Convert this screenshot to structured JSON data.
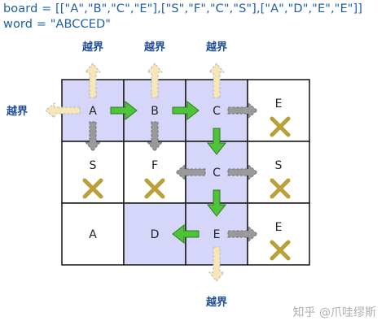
{
  "header": {
    "board_line": "board = [[\"A\",\"B\",\"C\",\"E\"],[\"S\",\"F\",\"C\",\"S\"],[\"A\",\"D\",\"E\",\"E\"]]",
    "word_line": "word = \"ABCCED\""
  },
  "grid": {
    "rows": [
      [
        {
          "letter": "A",
          "on_path": true,
          "crossed": false
        },
        {
          "letter": "B",
          "on_path": true,
          "crossed": false
        },
        {
          "letter": "C",
          "on_path": true,
          "crossed": false
        },
        {
          "letter": "E",
          "on_path": false,
          "crossed": true
        }
      ],
      [
        {
          "letter": "S",
          "on_path": false,
          "crossed": true
        },
        {
          "letter": "F",
          "on_path": false,
          "crossed": true
        },
        {
          "letter": "C",
          "on_path": true,
          "crossed": false
        },
        {
          "letter": "S",
          "on_path": false,
          "crossed": true
        }
      ],
      [
        {
          "letter": "A",
          "on_path": false,
          "crossed": false
        },
        {
          "letter": "D",
          "on_path": true,
          "crossed": false
        },
        {
          "letter": "E",
          "on_path": true,
          "crossed": false
        },
        {
          "letter": "E",
          "on_path": false,
          "crossed": true
        }
      ]
    ]
  },
  "path_arrows": [
    {
      "from": [
        0,
        0
      ],
      "to": [
        0,
        1
      ]
    },
    {
      "from": [
        0,
        1
      ],
      "to": [
        0,
        2
      ]
    },
    {
      "from": [
        0,
        2
      ],
      "to": [
        1,
        2
      ]
    },
    {
      "from": [
        1,
        2
      ],
      "to": [
        2,
        2
      ]
    },
    {
      "from": [
        2,
        2
      ],
      "to": [
        2,
        1
      ]
    }
  ],
  "probe_arrows": [
    {
      "cell": [
        0,
        0
      ],
      "dir": "up",
      "style": "out"
    },
    {
      "cell": [
        0,
        0
      ],
      "dir": "left",
      "style": "out"
    },
    {
      "cell": [
        0,
        0
      ],
      "dir": "down",
      "style": "gray"
    },
    {
      "cell": [
        0,
        1
      ],
      "dir": "up",
      "style": "out"
    },
    {
      "cell": [
        0,
        1
      ],
      "dir": "down",
      "style": "gray"
    },
    {
      "cell": [
        0,
        2
      ],
      "dir": "up",
      "style": "out"
    },
    {
      "cell": [
        0,
        2
      ],
      "dir": "right",
      "style": "gray"
    },
    {
      "cell": [
        1,
        2
      ],
      "dir": "left",
      "style": "gray"
    },
    {
      "cell": [
        1,
        2
      ],
      "dir": "right",
      "style": "gray"
    },
    {
      "cell": [
        2,
        2
      ],
      "dir": "right",
      "style": "gray"
    },
    {
      "cell": [
        2,
        2
      ],
      "dir": "down",
      "style": "out"
    }
  ],
  "out_of_bounds_labels": [
    {
      "text": "越界",
      "cell": [
        0,
        0
      ],
      "side": "top"
    },
    {
      "text": "越界",
      "cell": [
        0,
        1
      ],
      "side": "top"
    },
    {
      "text": "越界",
      "cell": [
        0,
        2
      ],
      "side": "top"
    },
    {
      "text": "越界",
      "cell": [
        0,
        0
      ],
      "side": "left"
    },
    {
      "text": "越界",
      "cell": [
        2,
        2
      ],
      "side": "bottom"
    }
  ],
  "watermark": "知乎 @爪哇缪斯",
  "colors": {
    "path_fill": "#d6d6fa",
    "cell_border": "#222222",
    "path_arrow": "#4fc43a",
    "path_arrow_stroke": "#2b7a1c",
    "gray_arrow": "#9a9a9a",
    "out_arrow": "#f7e6b8",
    "out_arrow_stroke": "#b6b6b6",
    "cross": "#b9a03a",
    "label": "#1f4e96"
  }
}
